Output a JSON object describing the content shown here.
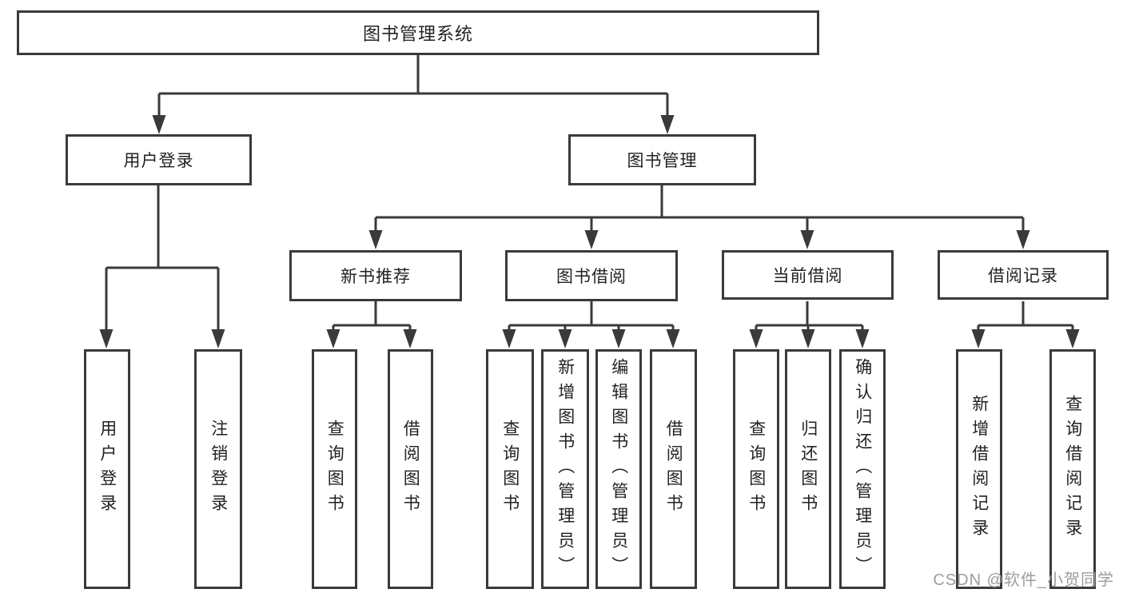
{
  "diagram": {
    "watermark": "CSDN @软件_小贺同学",
    "colors": {
      "line": "#3a3a3a",
      "box_border": "#3a3a3a",
      "text": "#222222",
      "background": "#ffffff",
      "watermark": "#9c9c9c"
    },
    "tree": {
      "label": "图书管理系统",
      "children": [
        {
          "label": "用户登录",
          "children": [
            {
              "label": "用户登录"
            },
            {
              "label": "注销登录"
            }
          ]
        },
        {
          "label": "图书管理",
          "children": [
            {
              "label": "新书推荐",
              "children": [
                {
                  "label": "查询图书"
                },
                {
                  "label": "借阅图书"
                }
              ]
            },
            {
              "label": "图书借阅",
              "children": [
                {
                  "label": "查询图书"
                },
                {
                  "label": "新增图书（管理员）"
                },
                {
                  "label": "编辑图书（管理员）"
                },
                {
                  "label": "借阅图书"
                }
              ]
            },
            {
              "label": "当前借阅",
              "children": [
                {
                  "label": "查询图书"
                },
                {
                  "label": "归还图书"
                },
                {
                  "label": "确认归还（管理员）"
                }
              ]
            },
            {
              "label": "借阅记录",
              "children": [
                {
                  "label": "新增借阅记录"
                },
                {
                  "label": "查询借阅记录"
                }
              ]
            }
          ]
        }
      ]
    }
  }
}
